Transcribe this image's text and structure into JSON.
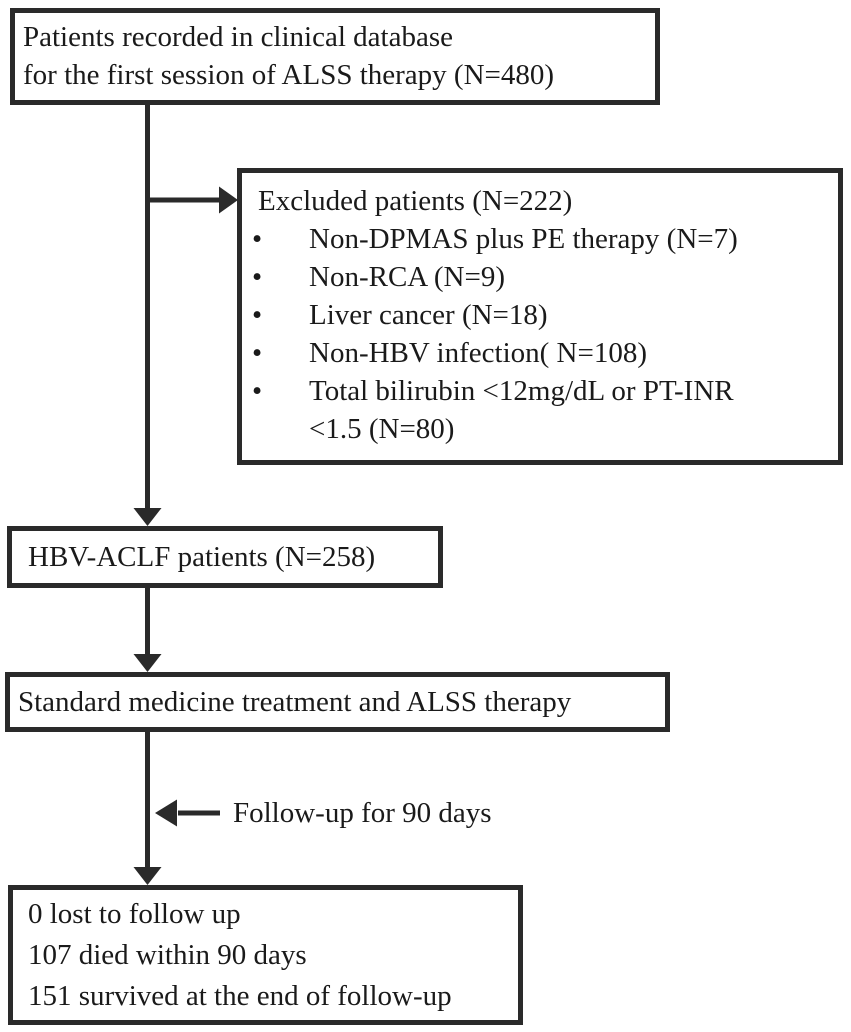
{
  "figure": {
    "type": "flowchart",
    "background_color": "#ffffff",
    "line_color": "#2a2a2a",
    "text_color": "#1a1a1a"
  },
  "bullet_glyph": "•",
  "boxes": {
    "initial": {
      "line1": "Patients recorded in clinical database",
      "line2": "for the first session of ALSS therapy (N=480)"
    },
    "excluded": {
      "title": "Excluded patients (N=222)",
      "items": [
        "Non-DPMAS plus PE therapy (N=7)",
        "Non-RCA (N=9)",
        "Liver cancer (N=18)",
        "Non-HBV infection( N=108)",
        "Total bilirubin <12mg/dL or PT-INR\n<1.5 (N=80)"
      ]
    },
    "hbv_aclf": {
      "text": "HBV-ACLF patients (N=258)"
    },
    "treatment": {
      "text": "Standard medicine treatment and ALSS therapy"
    },
    "outcome": {
      "line1": "0 lost to follow up",
      "line2": "107 died within 90 days",
      "line3": "151 survived at the end of follow-up"
    }
  },
  "annotations": {
    "follow_up": "Follow-up for 90 days"
  }
}
